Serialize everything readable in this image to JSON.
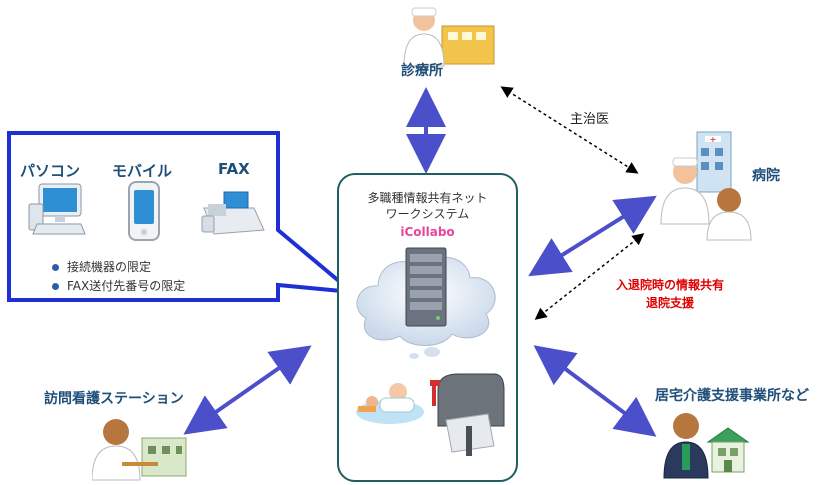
{
  "nodes": {
    "clinic": "診療所",
    "hospital": "病院",
    "nursing_station": "訪問看護ステーション",
    "care_office": "居宅介護支援事業所など"
  },
  "center": {
    "title_line1": "多職種情報共有ネット",
    "title_line2": "ワークシステム",
    "brand": "iCollabo"
  },
  "edges": {
    "primary_doctor": "主治医",
    "hospital_note_line1": "入退院時の情報共有",
    "hospital_note_line2": "退院支援"
  },
  "callout": {
    "devices": [
      "パソコン",
      "モバイル",
      "FAX"
    ],
    "limits": [
      "接続機器の限定",
      "FAX送付先番号の限定"
    ]
  },
  "colors": {
    "arrow": "#4b4fc9",
    "callout_border": "#1f2fd6",
    "brand": "#e8459a",
    "highlight_text": "#e00000"
  }
}
